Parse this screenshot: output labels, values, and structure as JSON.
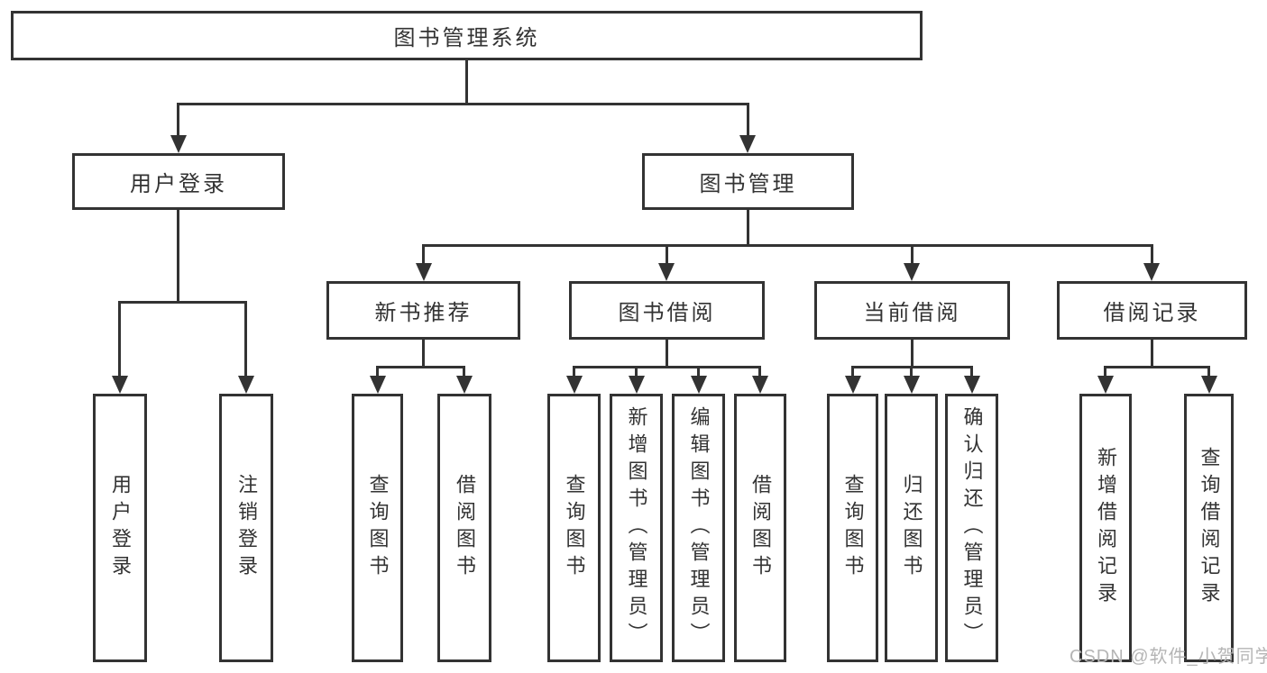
{
  "colors": {
    "line": "#333333",
    "text": "#333333",
    "background": "#ffffff",
    "watermark_text_color": "#b5b5b5"
  },
  "diagram": {
    "root": {
      "label": "图书管理系统"
    },
    "branches": [
      {
        "label": "用户登录",
        "children": [
          {
            "label": "用户登录"
          },
          {
            "label": "注销登录"
          }
        ]
      },
      {
        "label": "图书管理",
        "children": [
          {
            "label": "新书推荐",
            "children": [
              {
                "label": "查询图书"
              },
              {
                "label": "借阅图书"
              }
            ]
          },
          {
            "label": "图书借阅",
            "children": [
              {
                "label": "查询图书"
              },
              {
                "label": "新增图书（管理员）"
              },
              {
                "label": "编辑图书（管理员）"
              },
              {
                "label": "借阅图书"
              }
            ]
          },
          {
            "label": "当前借阅",
            "children": [
              {
                "label": "查询图书"
              },
              {
                "label": "归还图书"
              },
              {
                "label": "确认归还（管理员）"
              }
            ]
          },
          {
            "label": "借阅记录",
            "children": [
              {
                "label": "新增借阅记录"
              },
              {
                "label": "查询借阅记录"
              }
            ]
          }
        ]
      }
    ]
  },
  "watermark": {
    "text": "CSDN @软件_小贺同学"
  }
}
